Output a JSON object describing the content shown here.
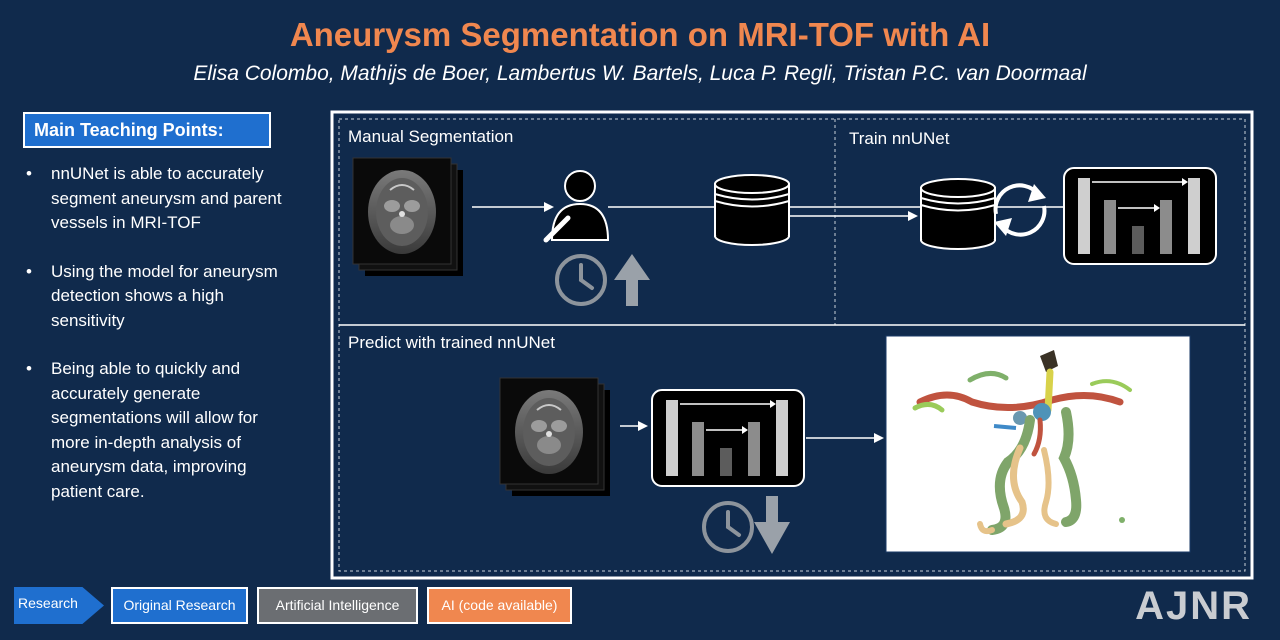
{
  "header": {
    "title": "Aneurysm Segmentation on MRI-TOF with AI",
    "authors": "Elisa Colombo, Mathijs de Boer, Lambertus W. Bartels, Luca P. Regli, Tristan P.C. van Doormaal"
  },
  "teaching_points": {
    "title": "Main Teaching Points:",
    "bullet": "•",
    "items": [
      {
        "lines": [
          "nnUNet is able to accurately",
          "segment aneurysm and parent",
          "vessels in MRI-TOF"
        ]
      },
      {
        "lines": [
          "Using the model for aneurysm",
          "detection shows a high",
          "sensitivity"
        ]
      },
      {
        "lines": [
          "Being able to quickly and",
          "accurately generate",
          "segmentations will allow for",
          "more in-depth analysis of",
          "aneurysm data, improving",
          "patient care."
        ]
      }
    ]
  },
  "diagram": {
    "sections": {
      "manual": "Manual Segmentation",
      "train": "Train nnUNet",
      "predict": "Predict with trained nnUNet"
    },
    "icons": {
      "mri_stack": "mri-stack-icon",
      "person": "person-with-pen-icon",
      "clock": "clock-icon",
      "arrow_up": "arrow-up-icon",
      "arrow_down": "arrow-down-icon",
      "database": "database-icon",
      "refresh": "refresh-cycle-icon",
      "unet": "unet-architecture-icon",
      "vessels": "vessel-segmentation-3d-render"
    }
  },
  "tags": {
    "research": "Research",
    "original": "Original Research",
    "ai": "Artificial Intelligence",
    "code": "AI (code available)"
  },
  "logo": "AJNR",
  "colors": {
    "background": "#102a4c",
    "title": "#f0874f",
    "accent_blue": "#1f6fcf",
    "tag_gray": "#6b6e72",
    "tag_orange": "#f0874f"
  }
}
